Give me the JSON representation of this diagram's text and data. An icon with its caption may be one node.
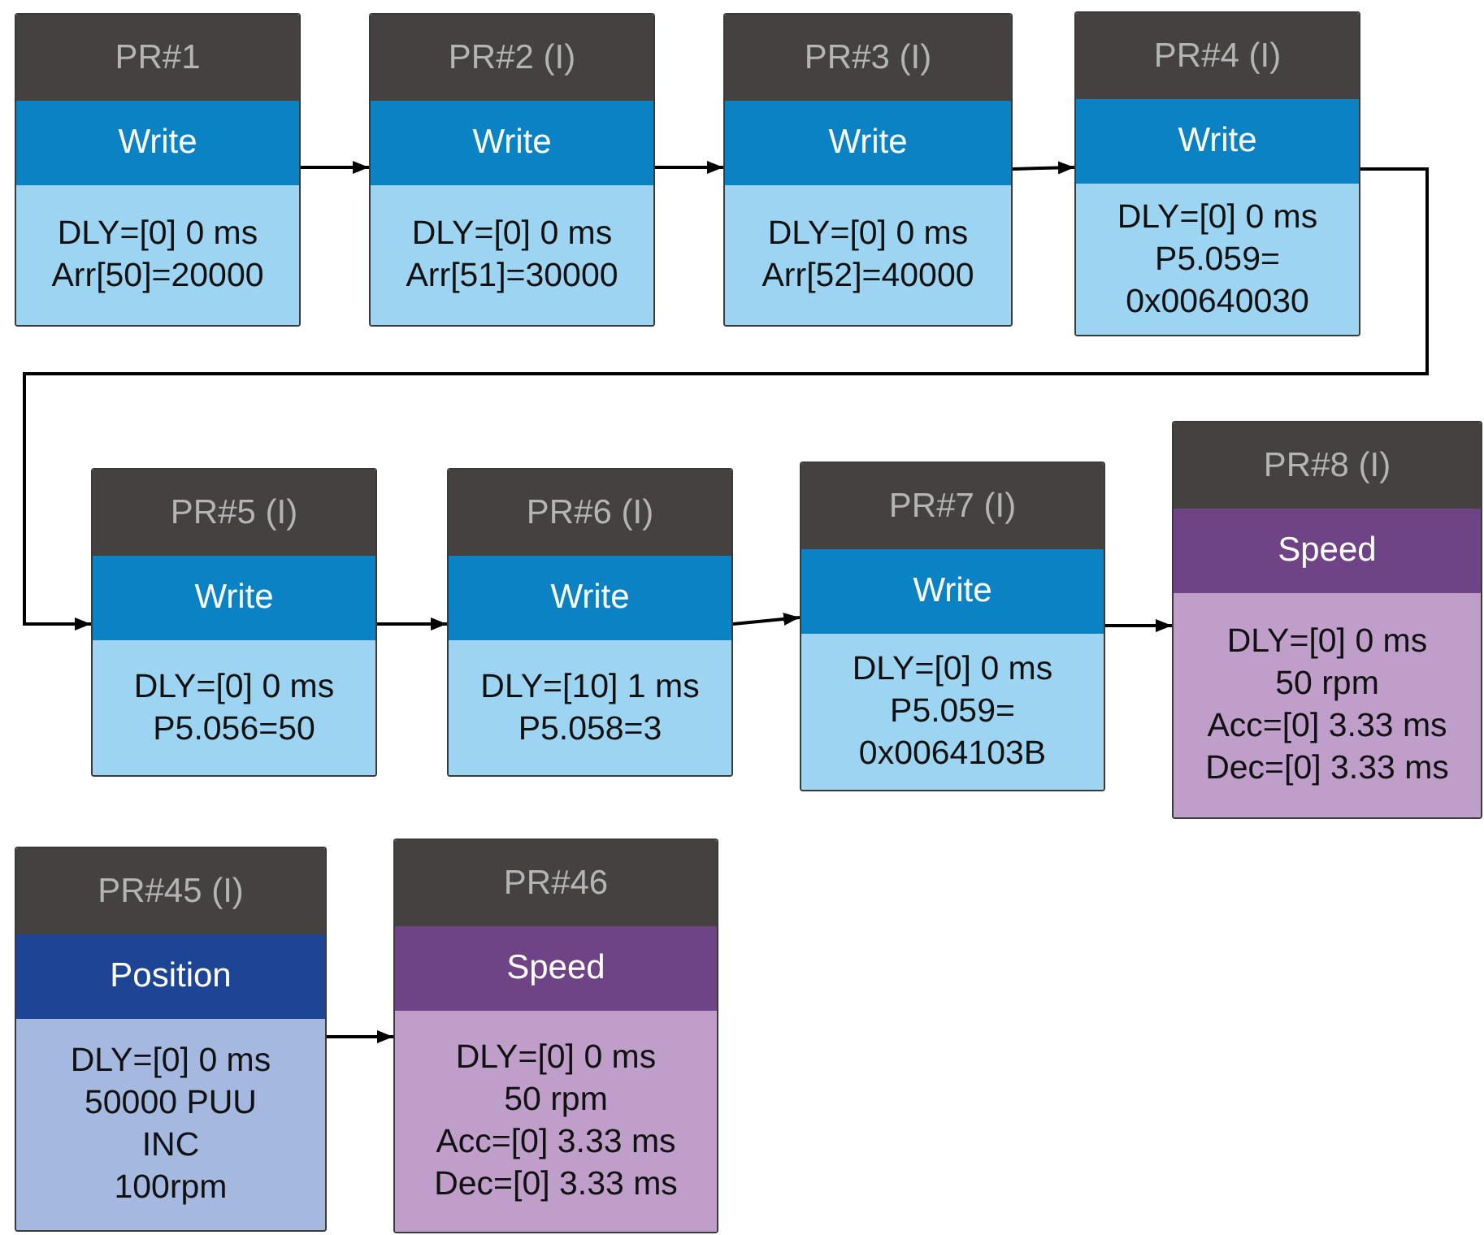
{
  "diagram": {
    "nodes": [
      {
        "text": [
          "PR#1",
          "Write",
          "DLY=[0] 0 ms",
          "Arr[50]=20000"
        ]
      },
      {
        "text": [
          "PR#2 (I)",
          "Write",
          "DLY=[0] 0 ms",
          "Arr[51]=30000"
        ]
      },
      {
        "text": [
          "PR#3 (I)",
          "Write",
          "DLY=[0] 0 ms",
          "Arr[52]=40000"
        ]
      },
      {
        "text": [
          "PR#4 (I)",
          "Write",
          "DLY=[0] 0 ms",
          "P5.059= 0x00640030"
        ]
      },
      {
        "text": [
          "PR#5 (I)",
          "Write",
          "DLY=[0] 0 ms",
          "P5.056=50"
        ]
      },
      {
        "text": [
          "PR#6 (I)",
          "Write",
          "DLY=[10] 1 ms",
          "P5.058=3"
        ]
      },
      {
        "text": [
          "PR#7 (I)",
          "Write",
          "DLY=[0] 0 ms",
          "P5.059= 0x0064103B"
        ]
      },
      {
        "text": [
          "PR#8 (I)",
          "Speed",
          "DLY=[0] 0 ms",
          "50 rpm",
          "Acc=[0] 3.33 ms",
          "Dec=[0] 3.33 ms"
        ]
      },
      {
        "text": [
          "PR#45 (I)",
          "Position",
          "DLY=[0] 0 ms",
          "50000 PUU",
          "INC",
          "100rpm"
        ]
      },
      {
        "text": [
          "PR#46",
          "Speed",
          "DLY=[0] 0 ms",
          "50 rpm",
          "Acc=[0] 3.33 ms",
          "Dec=[0] 3.33 ms"
        ]
      }
    ],
    "edges": [
      {
        "from": 0,
        "to": 1,
        "arrow": "to"
      },
      {
        "from": 1,
        "to": 2,
        "arrow": "to"
      },
      {
        "from": 2,
        "to": 3,
        "arrow": "to"
      },
      {
        "from": 3,
        "to": 4,
        "arrow": "to"
      },
      {
        "from": 4,
        "to": 5,
        "arrow": "to"
      },
      {
        "from": 5,
        "to": 6,
        "arrow": "to"
      },
      {
        "from": 6,
        "to": 7,
        "arrow": "to"
      },
      {
        "from": 8,
        "to": 9,
        "arrow": "to"
      }
    ]
  }
}
